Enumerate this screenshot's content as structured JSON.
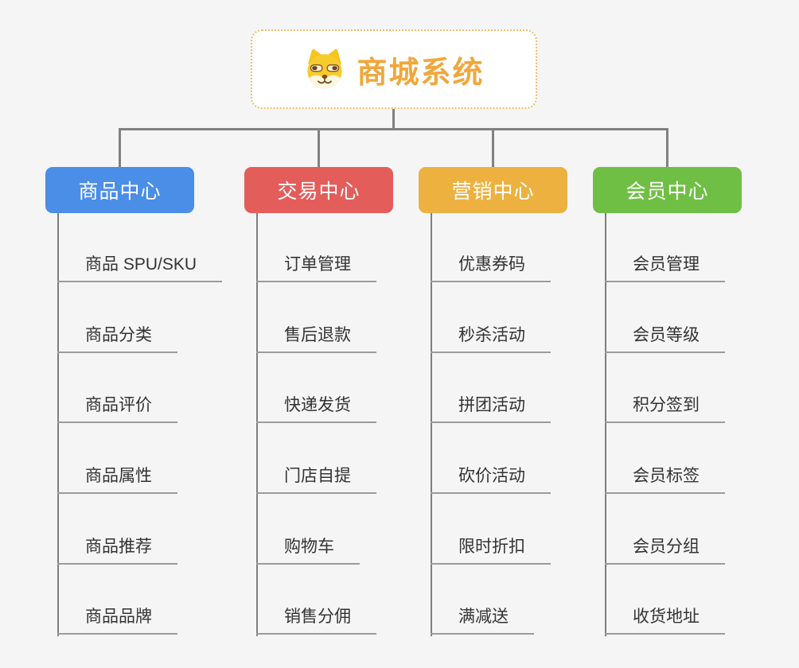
{
  "root": {
    "title": "商城系统",
    "icon": "dog-face-icon",
    "title_color": "#f0a73c"
  },
  "branches": [
    {
      "label": "商品中心",
      "color": "#4a8ee8",
      "items": [
        "商品 SPU/SKU",
        "商品分类",
        "商品评价",
        "商品属性",
        "商品推荐",
        "商品品牌"
      ]
    },
    {
      "label": "交易中心",
      "color": "#e35d5b",
      "items": [
        "订单管理",
        "售后退款",
        "快递发货",
        "门店自提",
        "购物车",
        "销售分佣"
      ]
    },
    {
      "label": "营销中心",
      "color": "#edb13f",
      "items": [
        "优惠券码",
        "秒杀活动",
        "拼团活动",
        "砍价活动",
        "限时折扣",
        "满减送"
      ]
    },
    {
      "label": "会员中心",
      "color": "#6fbf44",
      "items": [
        "会员管理",
        "会员等级",
        "积分签到",
        "会员标签",
        "会员分组",
        "收货地址"
      ]
    }
  ],
  "style": {
    "connector_color": "#818181",
    "underline_color": "#9b9b9b",
    "background": "#f5f5f6",
    "leaf_text_color": "#333333"
  }
}
